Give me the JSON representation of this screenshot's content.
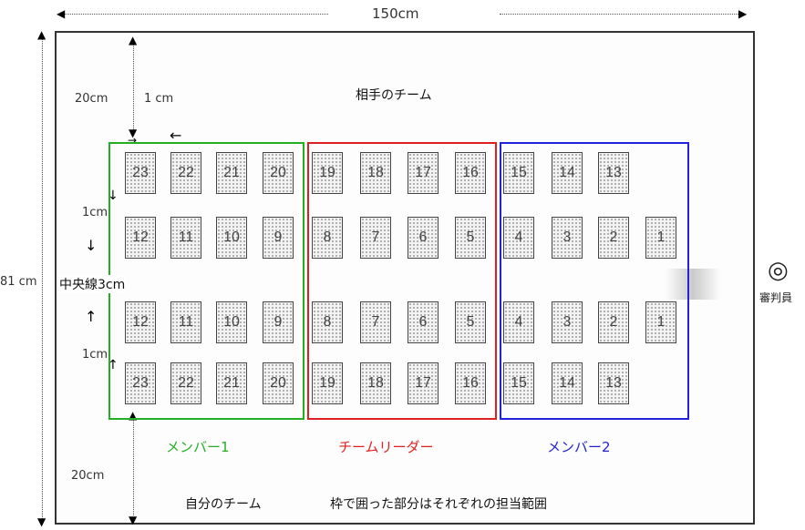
{
  "width_label": "150cm",
  "height_label": "81 cm",
  "margin_top_label": "20cm",
  "margin_bottom_label": "20cm",
  "gap_label_top": "1 cm",
  "gap_label_left_upper": "1cm",
  "gap_label_left_lower": "1cm",
  "center_line_label": "中央線3cm",
  "opponent_team": "相手のチーム",
  "own_team": "自分のチーム",
  "note": "枠で囲った部分はそれぞれの担当範囲",
  "referee_symbol": "◎",
  "referee_label": "審判員",
  "zones": [
    {
      "name": "メンバー1",
      "color": "#22b022"
    },
    {
      "name": "チームリーダー",
      "color": "#e02020"
    },
    {
      "name": "メンバー2",
      "color": "#2222cc"
    }
  ],
  "rows": [
    [
      "23",
      "22",
      "21",
      "20",
      "19",
      "18",
      "17",
      "16",
      "15",
      "14",
      "13"
    ],
    [
      "12",
      "11",
      "10",
      "9",
      "8",
      "7",
      "6",
      "5",
      "4",
      "3",
      "2",
      "1"
    ],
    [
      "12",
      "11",
      "10",
      "9",
      "8",
      "7",
      "6",
      "5",
      "4",
      "3",
      "2",
      "1"
    ],
    [
      "23",
      "22",
      "21",
      "20",
      "19",
      "18",
      "17",
      "16",
      "15",
      "14",
      "13"
    ]
  ]
}
